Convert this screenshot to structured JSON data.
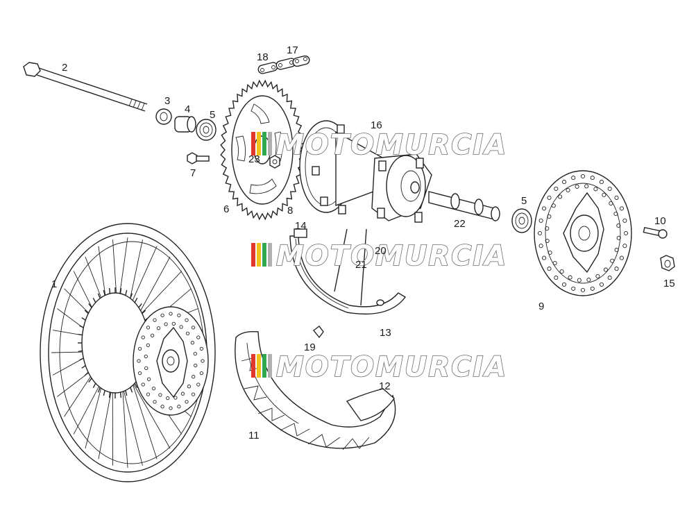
{
  "watermark": {
    "text": "MOTOMURCIA",
    "stripe_colors": [
      "#e03a2f",
      "#f2c21b",
      "#2fa84f",
      "#b0b0b0"
    ]
  },
  "callouts": [
    {
      "id": "1",
      "text": "1"
    },
    {
      "id": "2",
      "text": "2"
    },
    {
      "id": "3",
      "text": "3"
    },
    {
      "id": "4",
      "text": "4"
    },
    {
      "id": "5a",
      "text": "5"
    },
    {
      "id": "5b",
      "text": "5"
    },
    {
      "id": "6",
      "text": "6"
    },
    {
      "id": "7",
      "text": "7"
    },
    {
      "id": "8",
      "text": "8"
    },
    {
      "id": "9",
      "text": "9"
    },
    {
      "id": "10",
      "text": "10"
    },
    {
      "id": "11",
      "text": "11"
    },
    {
      "id": "12",
      "text": "12"
    },
    {
      "id": "13",
      "text": "13"
    },
    {
      "id": "14",
      "text": "14"
    },
    {
      "id": "15",
      "text": "15"
    },
    {
      "id": "16",
      "text": "16"
    },
    {
      "id": "17",
      "text": "17"
    },
    {
      "id": "18",
      "text": "18"
    },
    {
      "id": "19",
      "text": "19"
    },
    {
      "id": "20",
      "text": "20"
    },
    {
      "id": "21",
      "text": "21"
    },
    {
      "id": "22",
      "text": "22"
    },
    {
      "id": "23",
      "text": "23"
    }
  ]
}
